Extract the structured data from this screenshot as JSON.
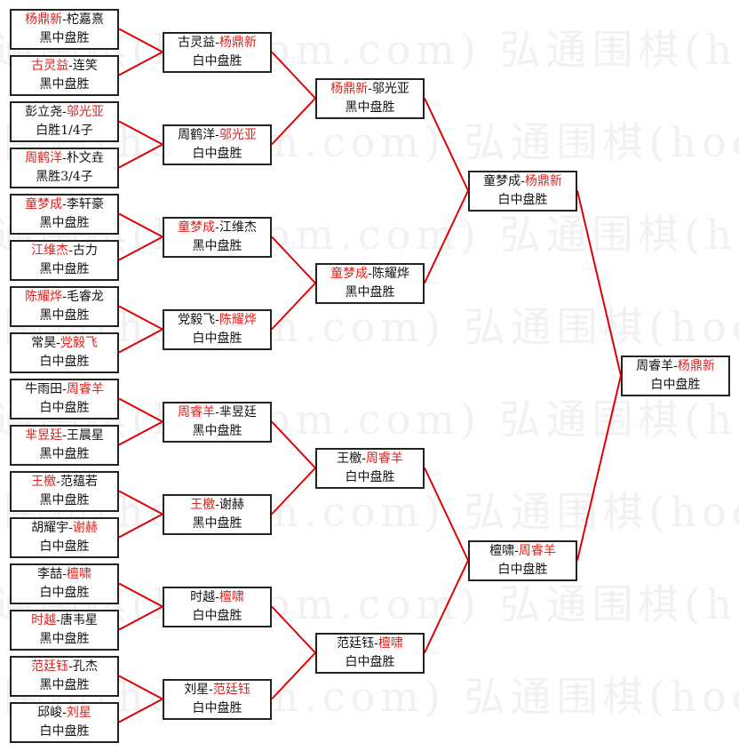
{
  "watermark": "弘通围棋(hoetom.com)",
  "colors": {
    "winner": "#e0201c",
    "line": "#e00000",
    "border": "#222222"
  },
  "rounds": [
    [
      {
        "players": [
          "杨鼎新",
          "柁嘉熹"
        ],
        "winner": 0,
        "result": "黑中盘胜"
      },
      {
        "players": [
          "古灵益",
          "连笑"
        ],
        "winner": 0,
        "result": "黑中盘胜"
      },
      {
        "players": [
          "彭立尧",
          "邬光亚"
        ],
        "winner": 1,
        "result": "白胜1/4子"
      },
      {
        "players": [
          "周鹤洋",
          "朴文垚"
        ],
        "winner": 0,
        "result": "黑胜3/4子"
      },
      {
        "players": [
          "童梦成",
          "李轩豪"
        ],
        "winner": 0,
        "result": "黑中盘胜"
      },
      {
        "players": [
          "江维杰",
          "古力"
        ],
        "winner": 0,
        "result": "黑中盘胜"
      },
      {
        "players": [
          "陈耀烨",
          "毛睿龙"
        ],
        "winner": 0,
        "result": "黑中盘胜"
      },
      {
        "players": [
          "常昊",
          "党毅飞"
        ],
        "winner": 1,
        "result": "白中盘胜"
      },
      {
        "players": [
          "牛雨田",
          "周睿羊"
        ],
        "winner": 1,
        "result": "白中盘胜"
      },
      {
        "players": [
          "芈昱廷",
          "王晨星"
        ],
        "winner": 0,
        "result": "黑中盘胜"
      },
      {
        "players": [
          "王檄",
          "范蕴若"
        ],
        "winner": 0,
        "result": "黑中盘胜"
      },
      {
        "players": [
          "胡耀宇",
          "谢赫"
        ],
        "winner": 1,
        "result": "白中盘胜"
      },
      {
        "players": [
          "李喆",
          "檀啸"
        ],
        "winner": 1,
        "result": "白中盘胜"
      },
      {
        "players": [
          "时越",
          "唐韦星"
        ],
        "winner": 0,
        "result": "黑中盘胜"
      },
      {
        "players": [
          "范廷钰",
          "孔杰"
        ],
        "winner": 0,
        "result": "黑中盘胜"
      },
      {
        "players": [
          "邱峻",
          "刘星"
        ],
        "winner": 1,
        "result": "白中盘胜"
      }
    ],
    [
      {
        "players": [
          "古灵益",
          "杨鼎新"
        ],
        "winner": 1,
        "result": "白中盘胜"
      },
      {
        "players": [
          "周鹤洋",
          "邬光亚"
        ],
        "winner": 1,
        "result": "白中盘胜"
      },
      {
        "players": [
          "童梦成",
          "江维杰"
        ],
        "winner": 0,
        "result": "黑中盘胜"
      },
      {
        "players": [
          "党毅飞",
          "陈耀烨"
        ],
        "winner": 1,
        "result": "白中盘胜"
      },
      {
        "players": [
          "周睿羊",
          "芈昱廷"
        ],
        "winner": 0,
        "result": "黑中盘胜"
      },
      {
        "players": [
          "王檄",
          "谢赫"
        ],
        "winner": 0,
        "result": "黑中盘胜"
      },
      {
        "players": [
          "时越",
          "檀啸"
        ],
        "winner": 1,
        "result": "白中盘胜"
      },
      {
        "players": [
          "刘星",
          "范廷钰"
        ],
        "winner": 1,
        "result": "白中盘胜"
      }
    ],
    [
      {
        "players": [
          "杨鼎新",
          "邬光亚"
        ],
        "winner": 0,
        "result": "黑中盘胜"
      },
      {
        "players": [
          "童梦成",
          "陈耀烨"
        ],
        "winner": 0,
        "result": "黑中盘胜"
      },
      {
        "players": [
          "王檄",
          "周睿羊"
        ],
        "winner": 1,
        "result": "白中盘胜"
      },
      {
        "players": [
          "范廷钰",
          "檀啸"
        ],
        "winner": 1,
        "result": "白中盘胜"
      }
    ],
    [
      {
        "players": [
          "童梦成",
          "杨鼎新"
        ],
        "winner": 1,
        "result": "白中盘胜"
      },
      {
        "players": [
          "檀啸",
          "周睿羊"
        ],
        "winner": 1,
        "result": "白中盘胜"
      }
    ],
    [
      {
        "players": [
          "周睿羊",
          "杨鼎新"
        ],
        "winner": 1,
        "result": "白中盘胜"
      }
    ]
  ]
}
